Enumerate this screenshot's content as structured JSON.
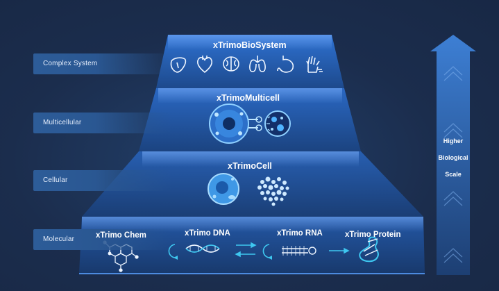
{
  "levels": {
    "complex_system": "Complex System",
    "multicellular": "Multicellular",
    "cellular": "Cellular",
    "molecular": "Molecular"
  },
  "tiers": {
    "biosystem": "xTrimoBioSystem",
    "multicell": "xTrimoMulticell",
    "cell": "xTrimoCell"
  },
  "molecular": {
    "chem": "xTrimo Chem",
    "dna": "xTrimo DNA",
    "rna": "xTrimo RNA",
    "protein": "xTrimo Protein"
  },
  "scale": {
    "line1": "Higher",
    "line2": "Biological",
    "line3": "Scale"
  },
  "organ_icons": [
    "liver-icon",
    "heart-icon",
    "brain-icon",
    "lungs-icon",
    "stomach-icon",
    "hand-icon"
  ],
  "colors": {
    "background": "#1c2f4f",
    "accent": "#2f6fd0",
    "cyan": "#3ec7f0"
  }
}
